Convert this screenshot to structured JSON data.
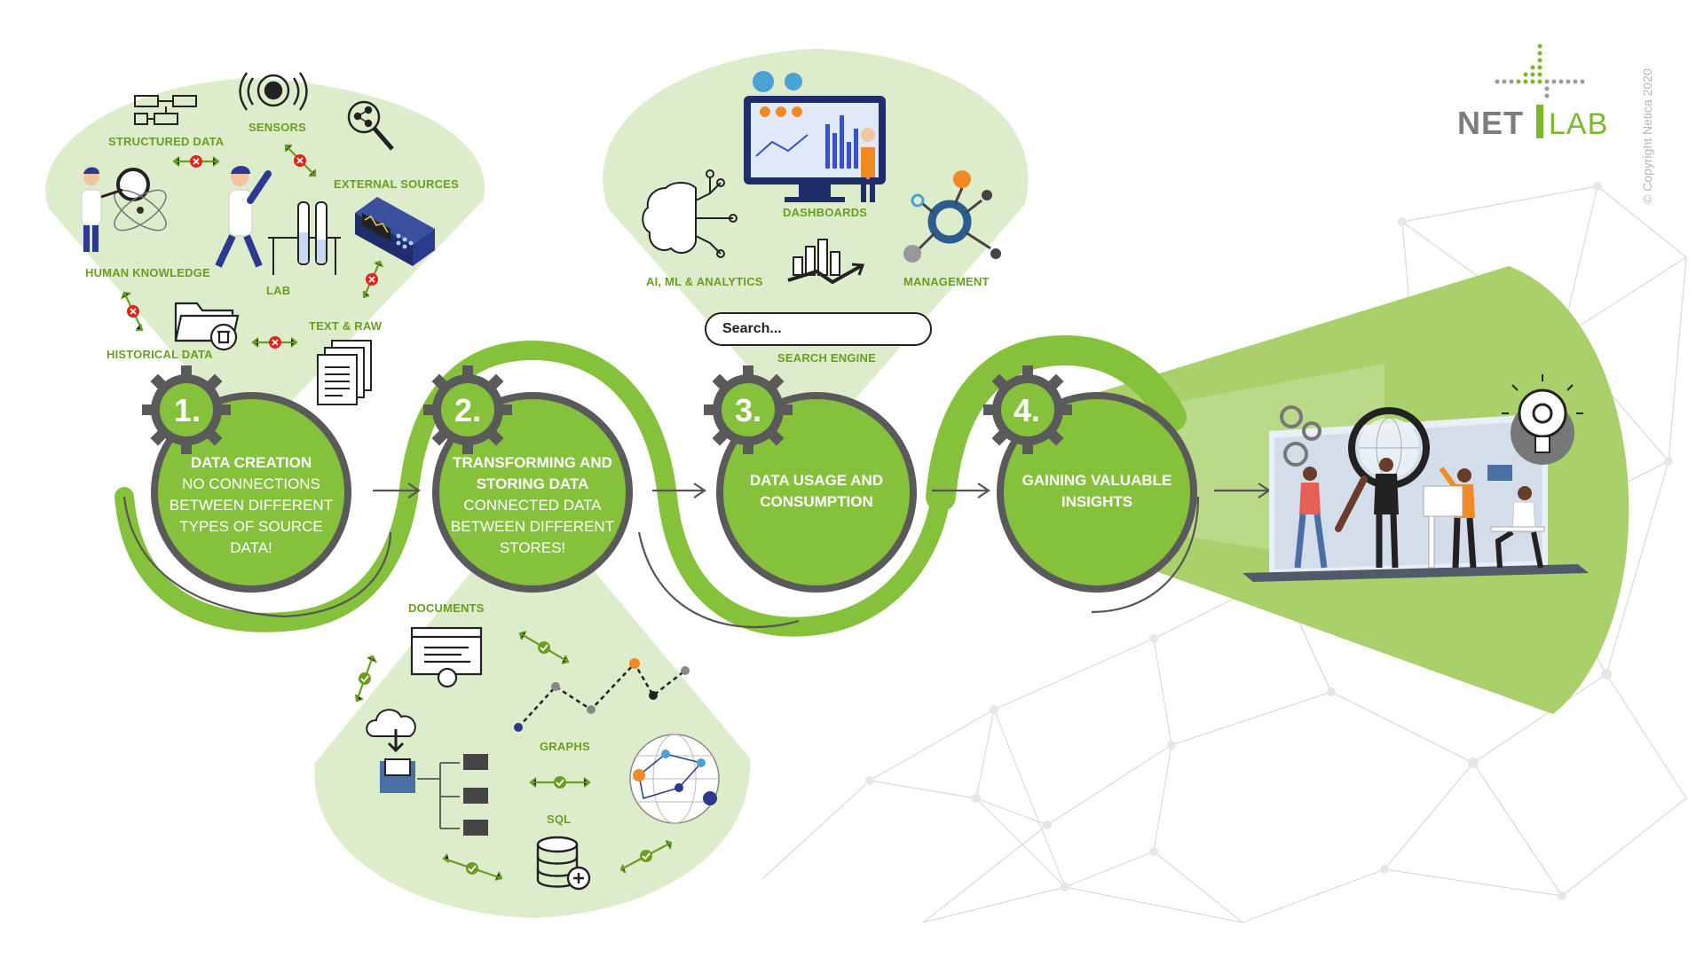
{
  "logo": {
    "main": "NET",
    "accent": "LAB"
  },
  "copyright": "© Copyright Netica 2020",
  "steps": [
    {
      "number": "1.",
      "title": "DATA CREATION",
      "body": "NO CONNECTIONS BETWEEN DIFFERENT TYPES OF SOURCE DATA!"
    },
    {
      "number": "2.",
      "title": "TRANSFORMING AND STORING DATA",
      "body": "CONNECTED DATA BETWEEN DIFFERENT STORES!"
    },
    {
      "number": "3.",
      "title": "DATA USAGE AND CONSUMPTION",
      "body": ""
    },
    {
      "number": "4.",
      "title": "GAINING VALUABLE INSIGHTS",
      "body": ""
    }
  ],
  "sources": {
    "structured": "STRUCTURED DATA",
    "sensors": "SENSORS",
    "external": "EXTERNAL SOURCES",
    "human": "HUMAN KNOWLEDGE",
    "lab": "LAB",
    "text_raw": "TEXT & RAW",
    "historical": "HISTORICAL DATA"
  },
  "stores": {
    "documents": "DOCUMENTS",
    "graphs": "GRAPHS",
    "sql": "SQL"
  },
  "usage": {
    "dashboards": "DASHBOARDS",
    "ai": "AI, ML & ANALYTICS",
    "management": "MANAGEMENT",
    "search_placeholder": "Search...",
    "search_engine": "SEARCH ENGINE"
  },
  "colors": {
    "green": "#86c13c",
    "light_green": "#ddeccb",
    "mid_green": "#b9d98b",
    "dark_gray": "#4a4a4a",
    "red_x": "#e2231a",
    "orange": "#f08a24",
    "blue": "#2b3a8f"
  }
}
